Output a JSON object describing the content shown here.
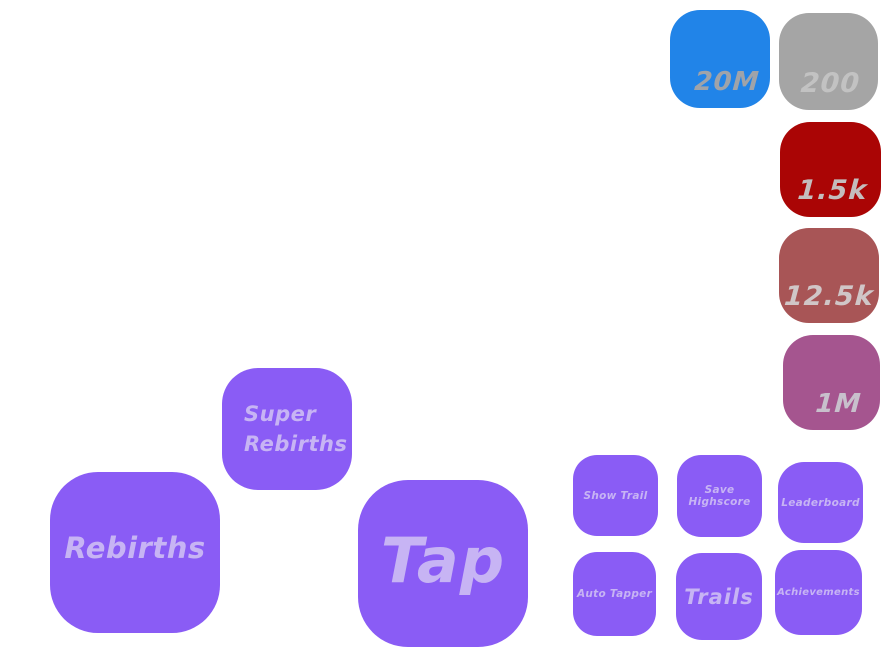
{
  "theme": {
    "background": "#ffffff",
    "purple_button": "#8a5cf5",
    "purple_button_text": "#c7b4f4",
    "stat_blue": "#2184e8",
    "stat_gray": "#a5a5a5",
    "stat_dark_red": "#aa0505",
    "stat_brick_red": "#a85556",
    "stat_plum": "#a5558f"
  },
  "stats": [
    {
      "name": "blue-stat",
      "value": "20M",
      "color": "#2184e8",
      "text_color": "#9fa3a9"
    },
    {
      "name": "gray-stat",
      "value": "200",
      "color": "#a5a5a5",
      "text_color": "#c2c2c2"
    },
    {
      "name": "red-stat",
      "value": "1.5k",
      "color": "#aa0505",
      "text_color": "#c4bdbd"
    },
    {
      "name": "brick-stat",
      "value": "12.5k",
      "color": "#a85556",
      "text_color": "#d0c6c7"
    },
    {
      "name": "plum-stat",
      "value": "1M",
      "color": "#a5558f",
      "text_color": "#c8c0cc"
    }
  ],
  "buttons": {
    "super_rebirths_line1": "Super",
    "super_rebirths_line2": "Rebirths",
    "rebirths": "Rebirths",
    "tap": "Tap",
    "show_trail": "Show Trail",
    "save_highscore": "Save Highscore",
    "leaderboard": "Leaderboard",
    "auto_tapper": "Auto Tapper",
    "trails": "Trails",
    "achievements": "Achievements"
  }
}
